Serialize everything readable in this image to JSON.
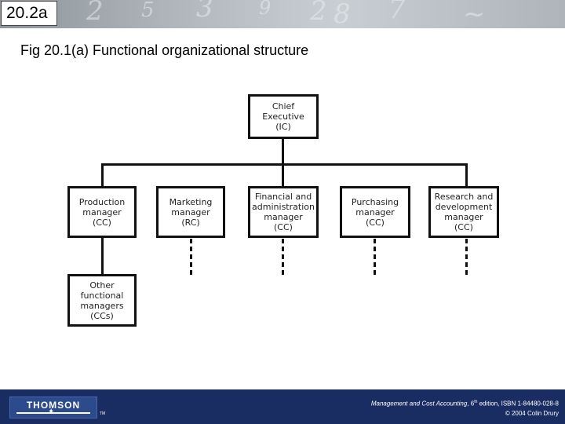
{
  "slide_number": "20.2a",
  "figure_title": "Fig 20.1(a) Functional organizational structure",
  "chart": {
    "nodes": [
      {
        "id": "ceo",
        "label": "Chief\nExecutive\n(IC)"
      },
      {
        "id": "production",
        "label": "Production\nmanager\n(CC)"
      },
      {
        "id": "marketing",
        "label": "Marketing\nmanager\n(RC)"
      },
      {
        "id": "finance",
        "label": "Financial and\nadministration\nmanager\n(CC)"
      },
      {
        "id": "purchasing",
        "label": "Purchasing\nmanager\n(CC)"
      },
      {
        "id": "research",
        "label": "Research and\ndevelopment\nmanager\n(CC)"
      },
      {
        "id": "other",
        "label": "Other\nfunctional\nmanagers\n(CCs)"
      }
    ]
  },
  "footer": {
    "logo": "THOMSON",
    "book_title": "Management and Cost Accounting",
    "edition_num": "6",
    "edition_suffix": "th",
    "edition_rest": "edition, ISBN 1-84480-028-8",
    "copyright": "© 2004 Colin Drury"
  }
}
